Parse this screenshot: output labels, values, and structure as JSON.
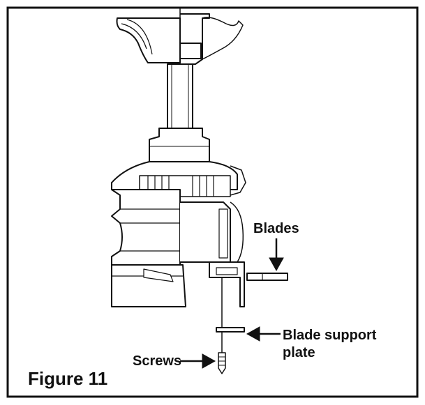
{
  "figure": {
    "caption": "Figure 11",
    "labels": {
      "blades": "Blades",
      "blade_support_plate_line1": "Blade support",
      "blade_support_plate_line2": "plate",
      "screws": "Screws"
    }
  }
}
